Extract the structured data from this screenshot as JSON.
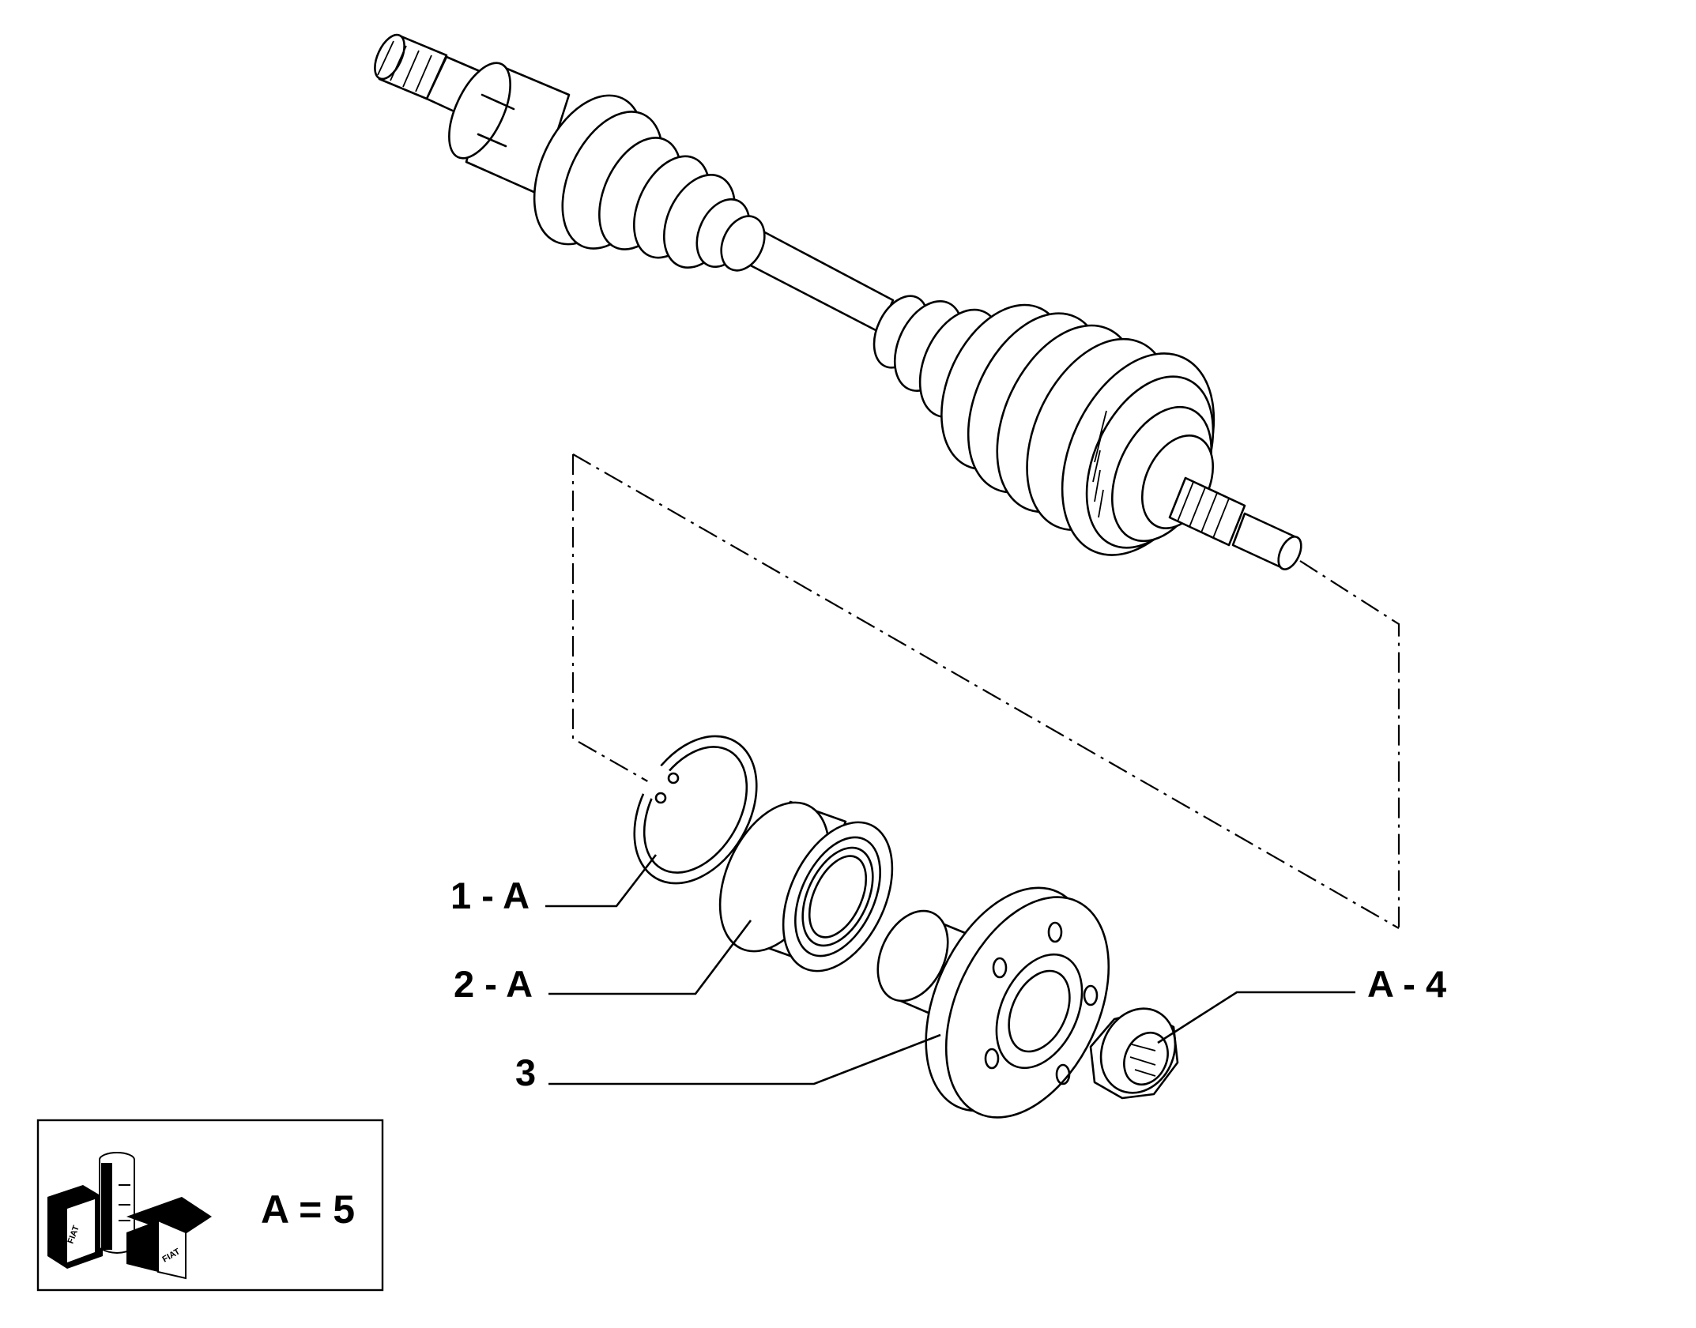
{
  "callouts": {
    "c1": "1 - A",
    "c2": "2 - A",
    "c3": "3",
    "c4": "A - 4"
  },
  "legend": {
    "text": "A = 5",
    "logo_text": "FIAT"
  }
}
